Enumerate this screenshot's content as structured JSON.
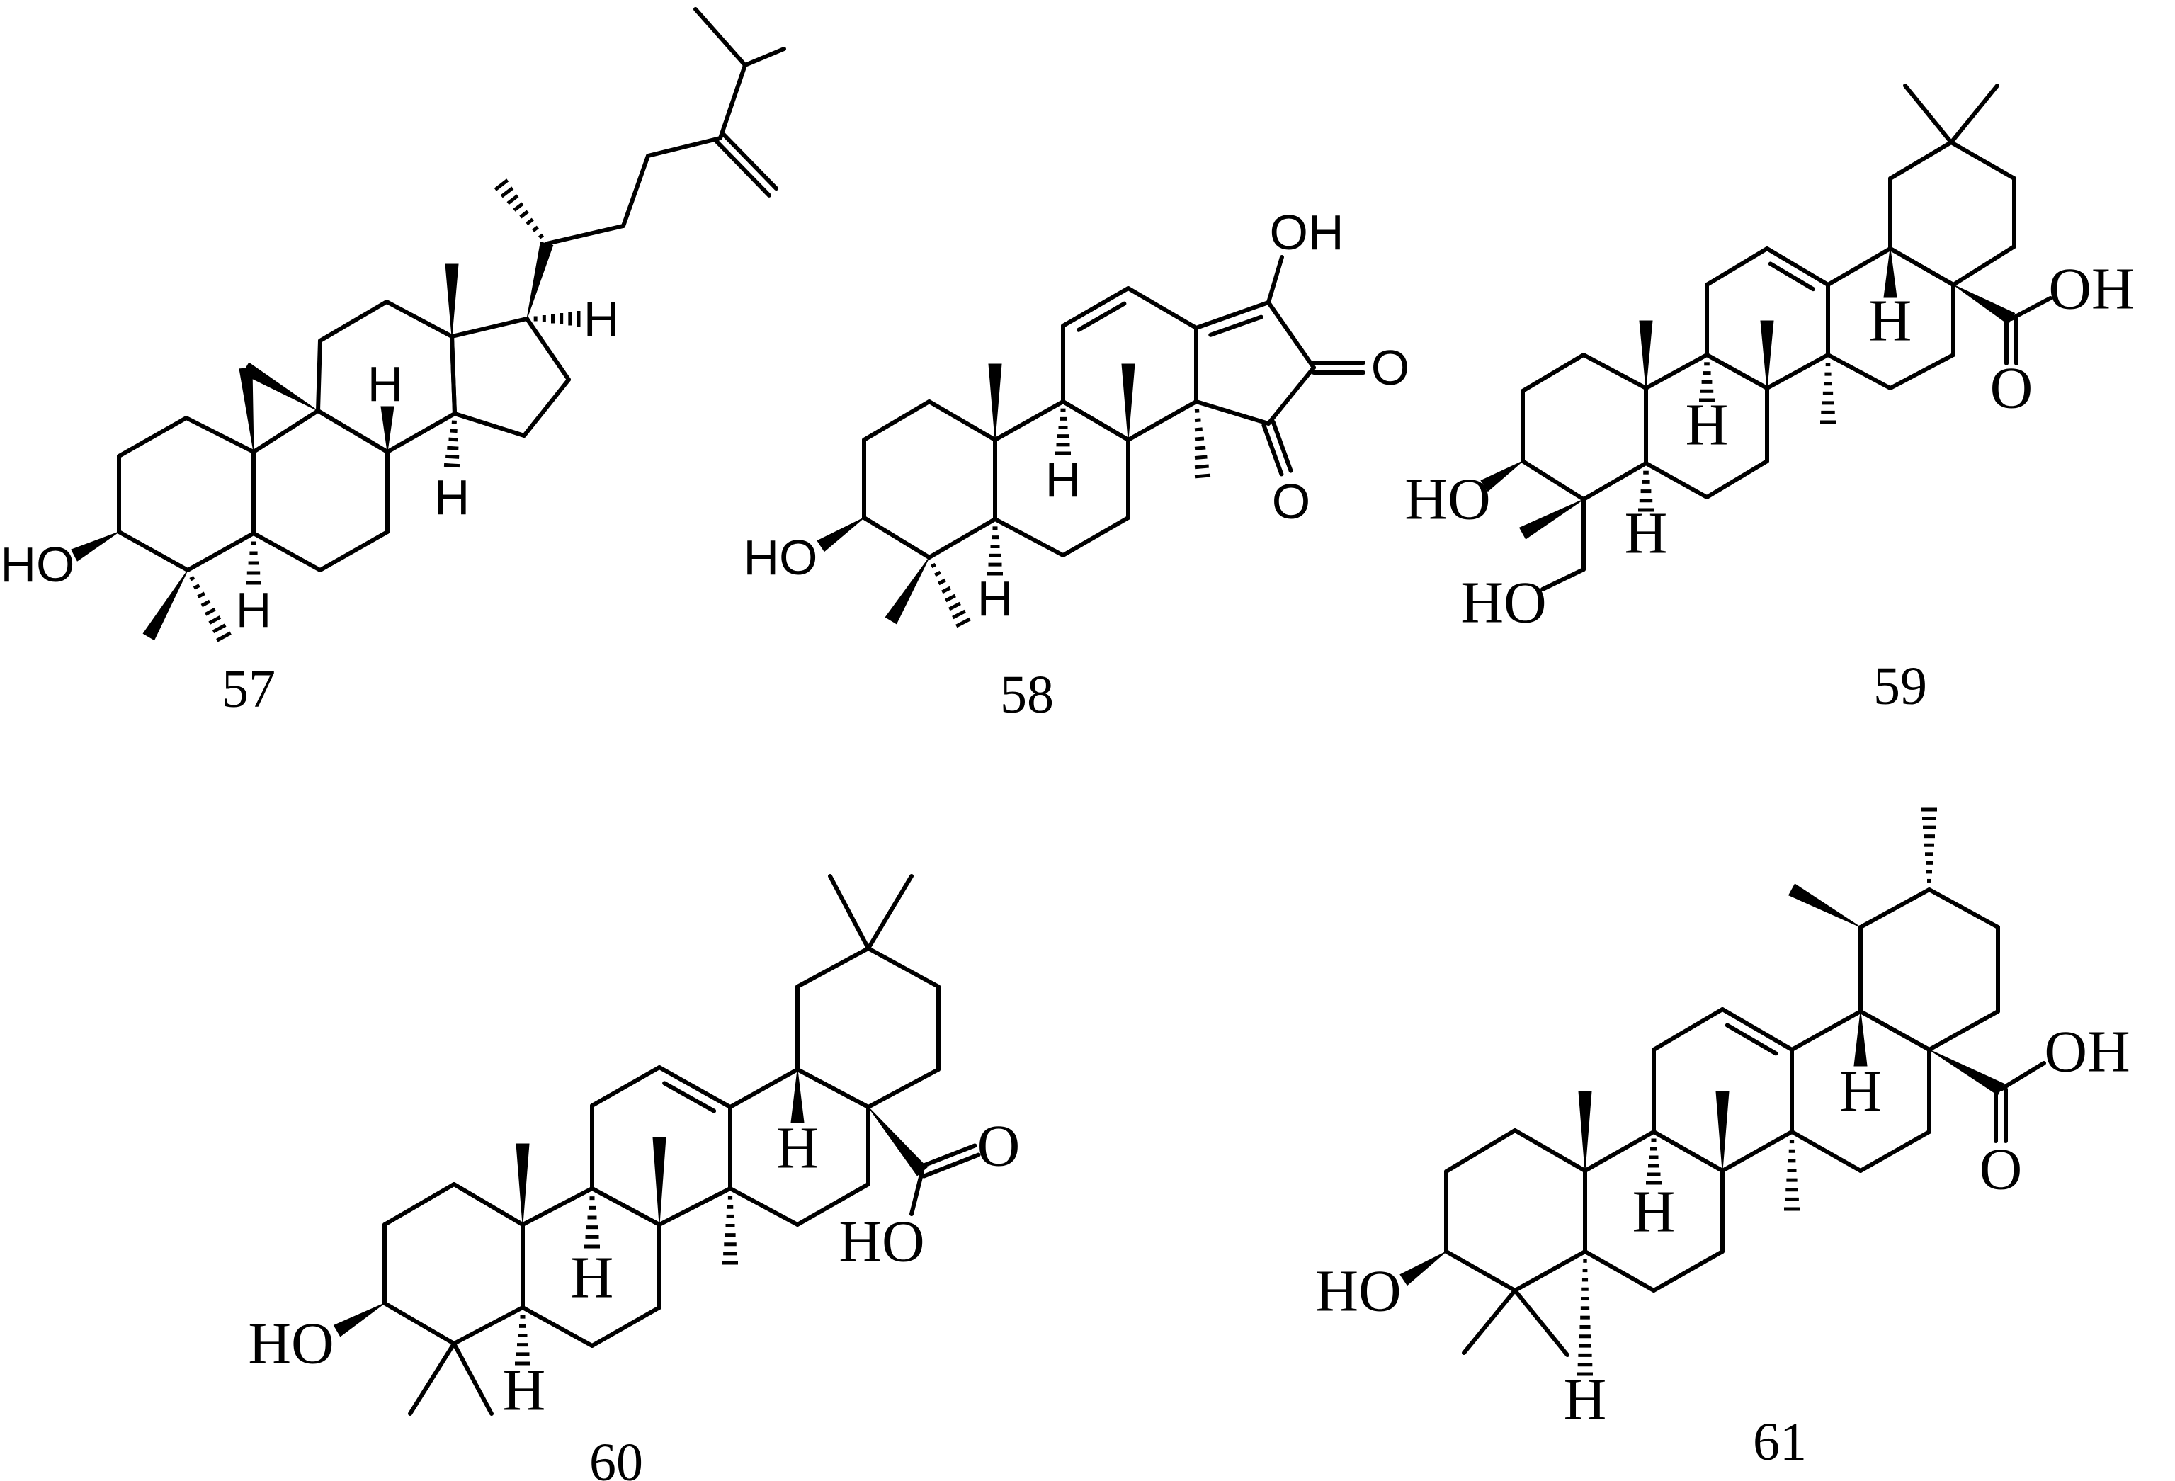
{
  "figure": {
    "compounds": [
      {
        "number": "57",
        "atom_labels": [
          "HO",
          "H",
          "H",
          "H",
          "H"
        ]
      },
      {
        "number": "58",
        "atom_labels": [
          "HO",
          "H",
          "H",
          "OH",
          "O",
          "O"
        ]
      },
      {
        "number": "59",
        "atom_labels": [
          "HO",
          "HO",
          "H",
          "H",
          "H",
          "OH",
          "O"
        ]
      },
      {
        "number": "60",
        "atom_labels": [
          "HO",
          "H",
          "H",
          "H",
          "O",
          "HO"
        ]
      },
      {
        "number": "61",
        "atom_labels": [
          "HO",
          "H",
          "H",
          "H",
          "OH",
          "O"
        ]
      }
    ]
  }
}
